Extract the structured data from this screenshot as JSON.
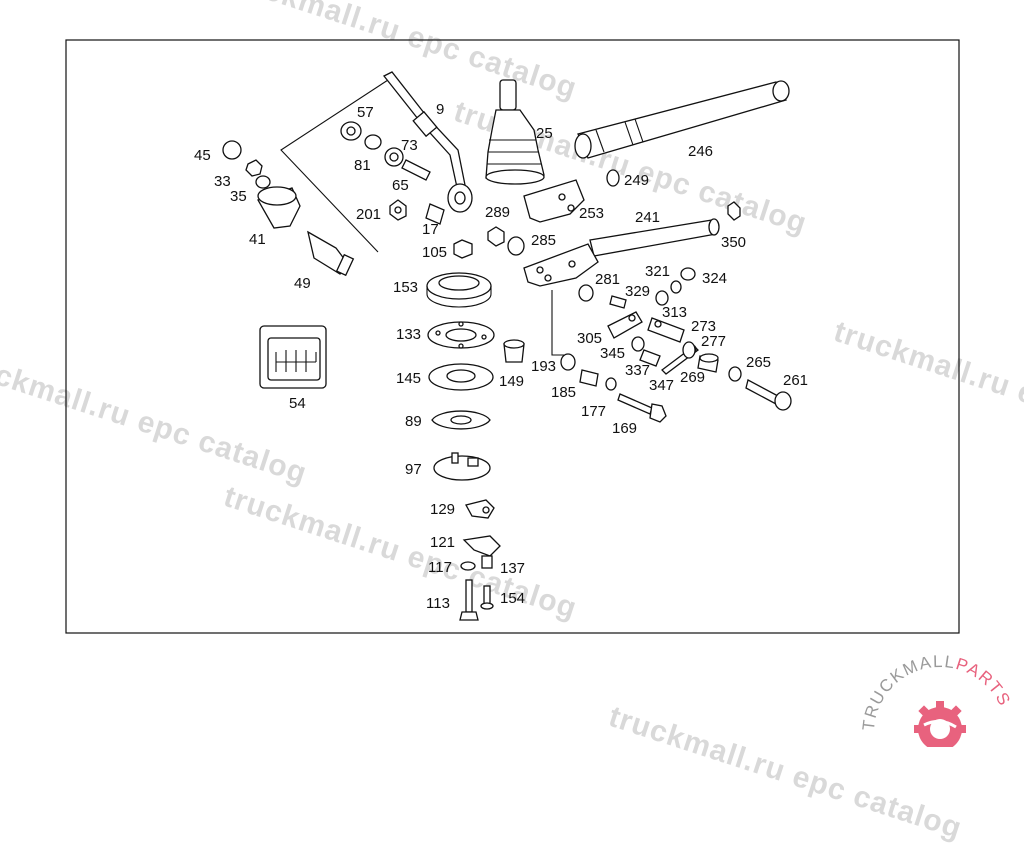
{
  "watermark": "truckmall.ru epc catalog",
  "logo": {
    "brand_a": "TRUCKMALL",
    "brand_b": "PARTS",
    "color_a": "#9a9a9a",
    "color_b": "#e8627e"
  },
  "labels": {
    "l9": "9",
    "l25": "25",
    "l246": "246",
    "l57": "57",
    "l73": "73",
    "l81": "81",
    "l65": "65",
    "l45": "45",
    "l33": "33",
    "l35": "35",
    "l41": "41",
    "l49": "49",
    "l201": "201",
    "l17": "17",
    "l289": "289",
    "l253": "253",
    "l249": "249",
    "l241": "241",
    "l285": "285",
    "l350": "350",
    "l105": "105",
    "l153": "153",
    "l281": "281",
    "l321": "321",
    "l324": "324",
    "l329": "329",
    "l313": "313",
    "l273": "273",
    "l305": "305",
    "l133": "133",
    "l345": "345",
    "l277": "277",
    "l193": "193",
    "l337": "337",
    "l269": "269",
    "l265": "265",
    "l149": "149",
    "l145": "145",
    "l185": "185",
    "l347": "347",
    "l261": "261",
    "l177": "177",
    "l169": "169",
    "l54": "54",
    "l89": "89",
    "l97": "97",
    "l129": "129",
    "l121": "121",
    "l117": "117",
    "l137": "137",
    "l113": "113",
    "l154": "154"
  },
  "colors": {
    "ink": "#111111",
    "watermark": "#d9d9d9",
    "frame": "#111111"
  }
}
